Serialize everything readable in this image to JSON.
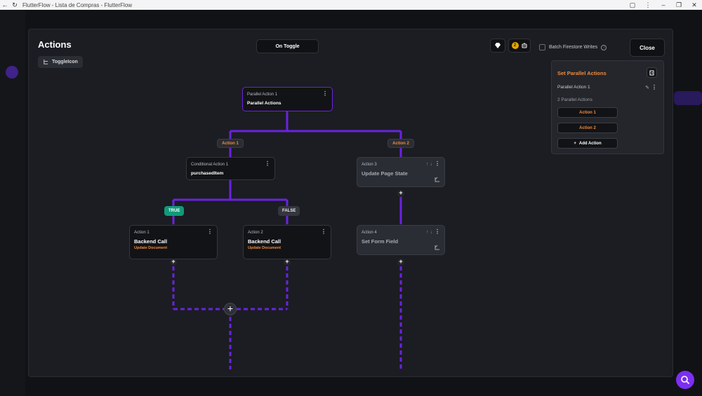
{
  "window": {
    "title": "FlutterFlow - Lista de Compras - FlutterFlow"
  },
  "header": {
    "title": "Actions",
    "widget_chip": "ToggleIcon",
    "trigger": "On Toggle",
    "coin_count": "2",
    "batch_label": "Batch Firestore Writes",
    "close_label": "Close"
  },
  "flow": {
    "parallel": {
      "label": "Parallel Action 1",
      "name": "Parallel Actions"
    },
    "branch_1_label": "Action 1",
    "branch_2_label": "Action 2",
    "conditional": {
      "label": "Conditional Action 1",
      "name": "purchasedItem"
    },
    "true_label": "TRUE",
    "false_label": "FALSE",
    "action_true": {
      "label": "Action 1",
      "name": "Backend Call",
      "sub": "Update Document"
    },
    "action_false": {
      "label": "Action 2",
      "name": "Backend Call",
      "sub": "Update Document"
    },
    "action_3": {
      "label": "Action 3",
      "name": "Update Page State"
    },
    "action_4": {
      "label": "Action 4",
      "name": "Set Form Field"
    }
  },
  "panel": {
    "title": "Set Parallel Actions",
    "name": "Parallel Action 1",
    "count": "2 Parallel Actions",
    "items": [
      "Action 1",
      "Action 2"
    ],
    "add_label": "Add Action"
  },
  "colors": {
    "accent": "#6a22e0",
    "orange": "#f08a3e",
    "true_green": "#119a7a"
  }
}
